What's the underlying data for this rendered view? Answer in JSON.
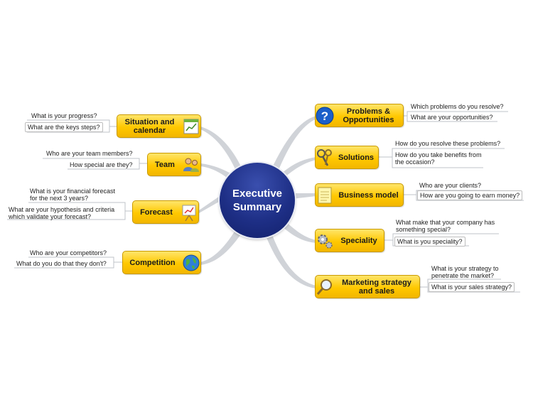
{
  "center": {
    "title_line1": "Executive",
    "title_line2": "Summary"
  },
  "topics": {
    "problems": {
      "label": "Problems &\nOpportunities",
      "icon": "question-icon",
      "subs": [
        "Which problems do you resolve?",
        "What are your opportunities?"
      ]
    },
    "solutions": {
      "label": "Solutions",
      "icon": "keys-icon",
      "subs": [
        "How do you resolve these problems?",
        "How do you take benefits from\nthe occasion?"
      ]
    },
    "business": {
      "label": "Business model",
      "icon": "notepad-icon",
      "subs": [
        "Who are your clients?",
        "How are you going to earn money?"
      ]
    },
    "speciality": {
      "label": "Speciality",
      "icon": "gears-icon",
      "subs": [
        "What make that your company has\nsomething special?",
        "What is you speciality?"
      ]
    },
    "marketing": {
      "label": "Marketing strategy\nand sales",
      "icon": "magnifier-icon",
      "subs": [
        "What is your strategy to\npenetrate the market?",
        "What is your sales strategy?"
      ]
    },
    "situation": {
      "label": "Situation and\ncalendar",
      "icon": "calendar-chart-icon",
      "subs": [
        "What is your progress?",
        "What are the keys steps?"
      ]
    },
    "team": {
      "label": "Team",
      "icon": "people-icon",
      "subs": [
        "Who are your team members?",
        "How special are they?"
      ]
    },
    "forecast": {
      "label": "Forecast",
      "icon": "easel-chart-icon",
      "subs": [
        "What is your financial forecast\nfor the next 3 years?",
        "What are your hypothesis and criteria\nwhich validate your forecast?"
      ]
    },
    "competition": {
      "label": "Competition",
      "icon": "globe-icon",
      "subs": [
        "Who are your competitors?",
        "What do you do that they don't?"
      ]
    }
  }
}
